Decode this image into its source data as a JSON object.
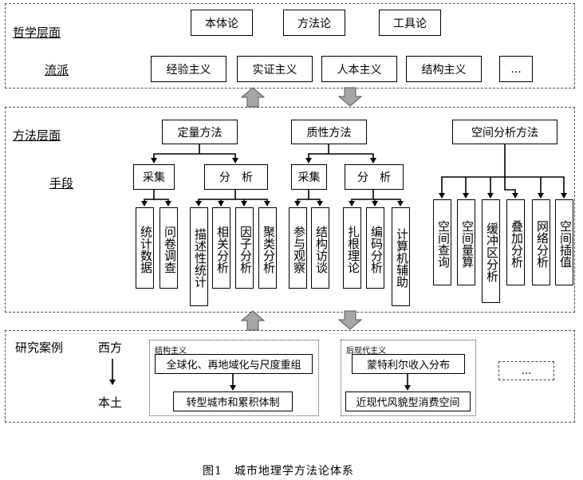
{
  "philosophy": {
    "header": "哲学层面",
    "schools_label": "流派",
    "theories": [
      "本体论",
      "方法论",
      "工具论"
    ],
    "schools": [
      "经验主义",
      "实证主义",
      "人本主义",
      "结构主义",
      "..."
    ]
  },
  "method": {
    "header": "方法层面",
    "means_label": "手段",
    "quantitative": "定量方法",
    "qualitative": "质性方法",
    "spatial": "空间分析方法",
    "quant_collect": "采集",
    "quant_analyze": "分　析",
    "qual_collect": "采集",
    "qual_analyze": "分　析",
    "leaves": {
      "q1": "统计数据",
      "q2": "问卷调查",
      "q3": "描述性统计",
      "q4": "相关分析",
      "q5": "因子分析",
      "q6": "聚类分析",
      "l1": "参与观察",
      "l2": "结构访谈",
      "l3": "扎根理论",
      "l4": "编码分析",
      "l5": "计算机辅助",
      "s1": "空间查询",
      "s2": "空间量算",
      "s3": "缓冲区分析",
      "s4": "叠加分析",
      "s5": "网络分析",
      "s6": "空间插值"
    }
  },
  "cases": {
    "header": "研究案例",
    "west": "西方",
    "local": "本土",
    "structuralism": {
      "tag": "结构主义",
      "top": "全球化、再地域化与尺度重组",
      "bottom": "转型城市和累积体制"
    },
    "postmodernism": {
      "tag": "后现代主义",
      "top": "蒙特利尔收入分布",
      "bottom": "近现代风貌型消费空间"
    },
    "more": "..."
  },
  "caption": "图1　城市地理学方法论体系"
}
